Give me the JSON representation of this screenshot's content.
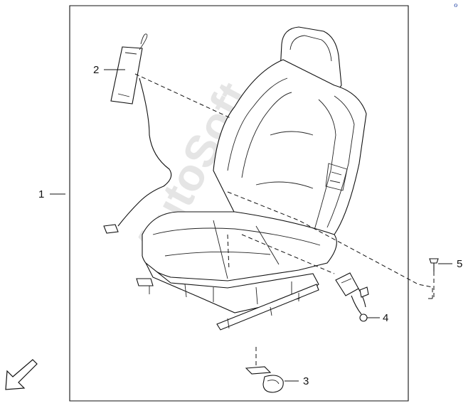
{
  "callouts": {
    "c1": "1",
    "c2": "2",
    "c3": "3",
    "c4": "4",
    "c5": "5"
  },
  "watermark": {
    "text": "AutoSoft"
  },
  "corner_mark": "ℴ"
}
